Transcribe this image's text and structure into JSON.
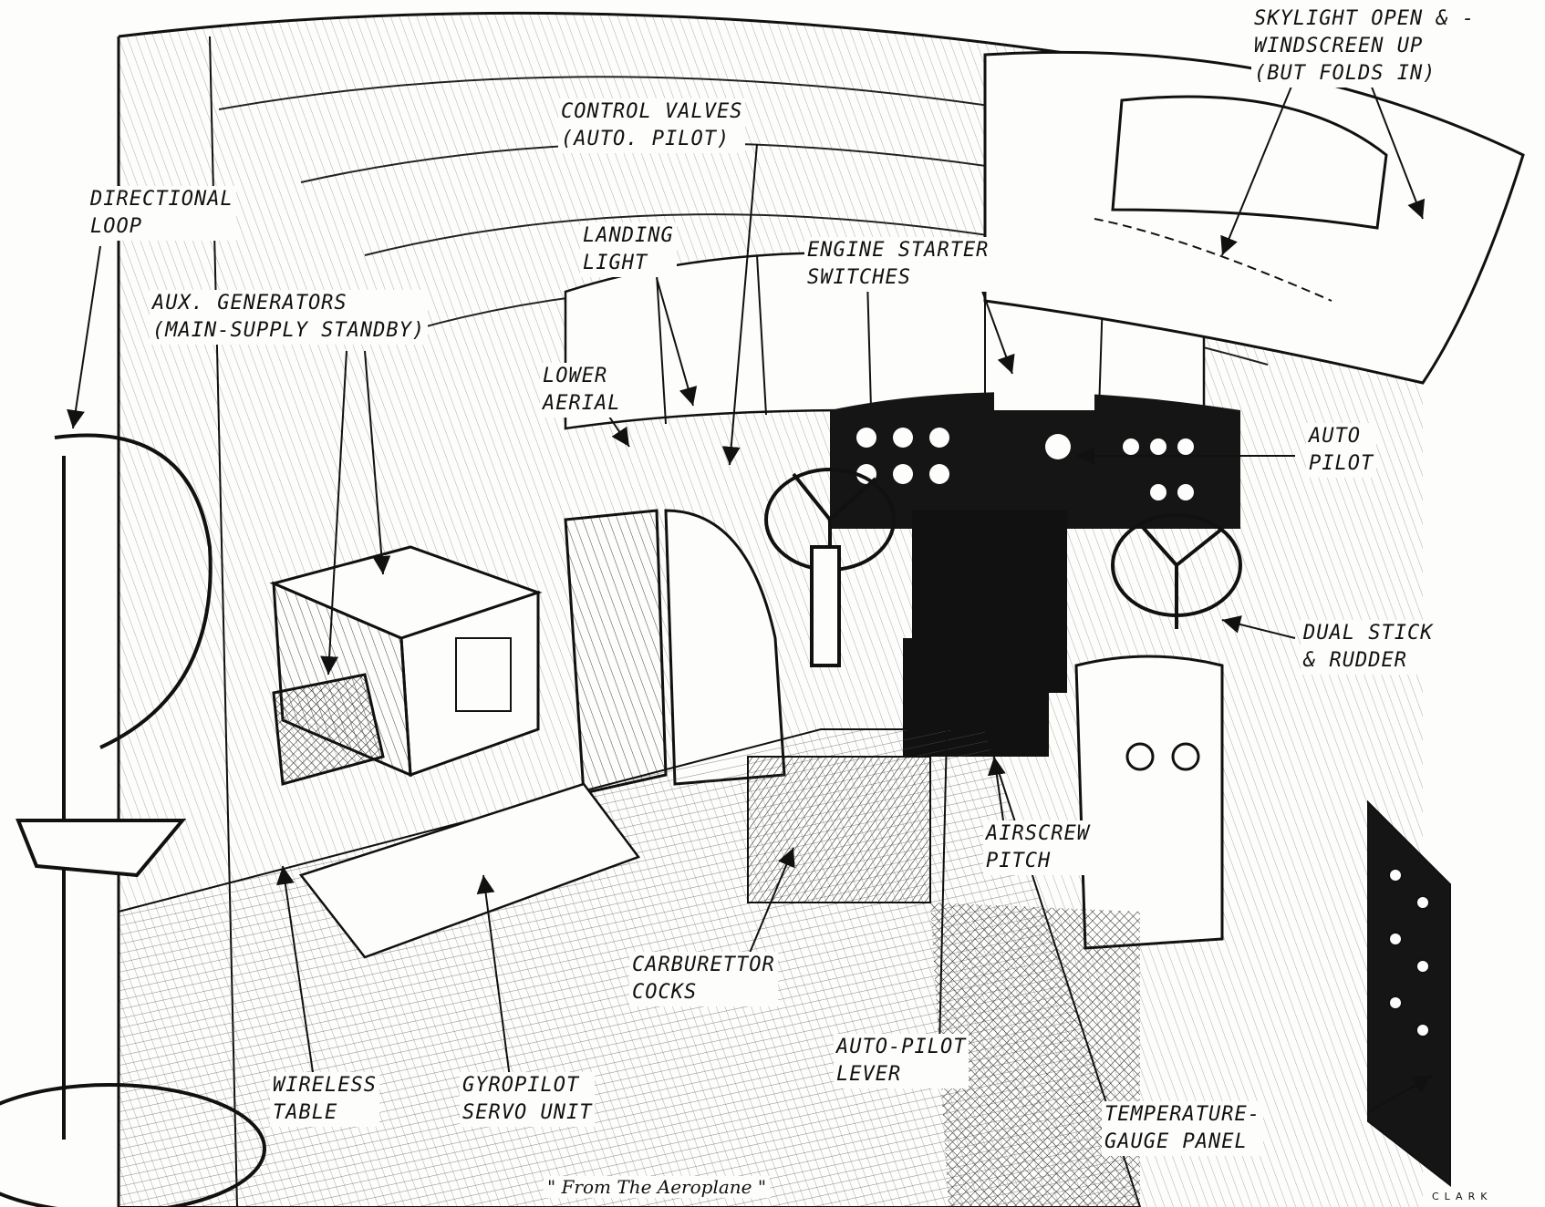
{
  "labels": {
    "skylight": "SKYLIGHT OPEN & -\nWINDSCREEN UP\n(BUT FOLDS IN)",
    "control_valves": "CONTROL VALVES\n(AUTO. PILOT)",
    "directional_loop": "DIRECTIONAL\nLOOP",
    "landing_light": "LANDING\nLIGHT",
    "engine_starter": "ENGINE STARTER\nSWITCHES",
    "aux_generators": "AUX. GENERATORS\n(MAIN-SUPPLY STANDBY)",
    "lower_aerial": "LOWER\nAERIAL",
    "auto_pilot": "AUTO\nPILOT",
    "dual_stick": "DUAL STICK\n& RUDDER",
    "airscrew_pitch": "AIRSCREW\nPITCH",
    "carburettor_cocks": "CARBURETTOR\nCOCKS",
    "auto_pilot_lever": "AUTO-PILOT\nLEVER",
    "wireless_table": "WIRELESS\nTABLE",
    "gyropilot_servo": "GYROPILOT\nSERVO UNIT",
    "temperature_panel": "TEMPERATURE-\nGAUGE PANEL"
  },
  "credit": "\" From The Aeroplane \"",
  "signature": "CLARK"
}
